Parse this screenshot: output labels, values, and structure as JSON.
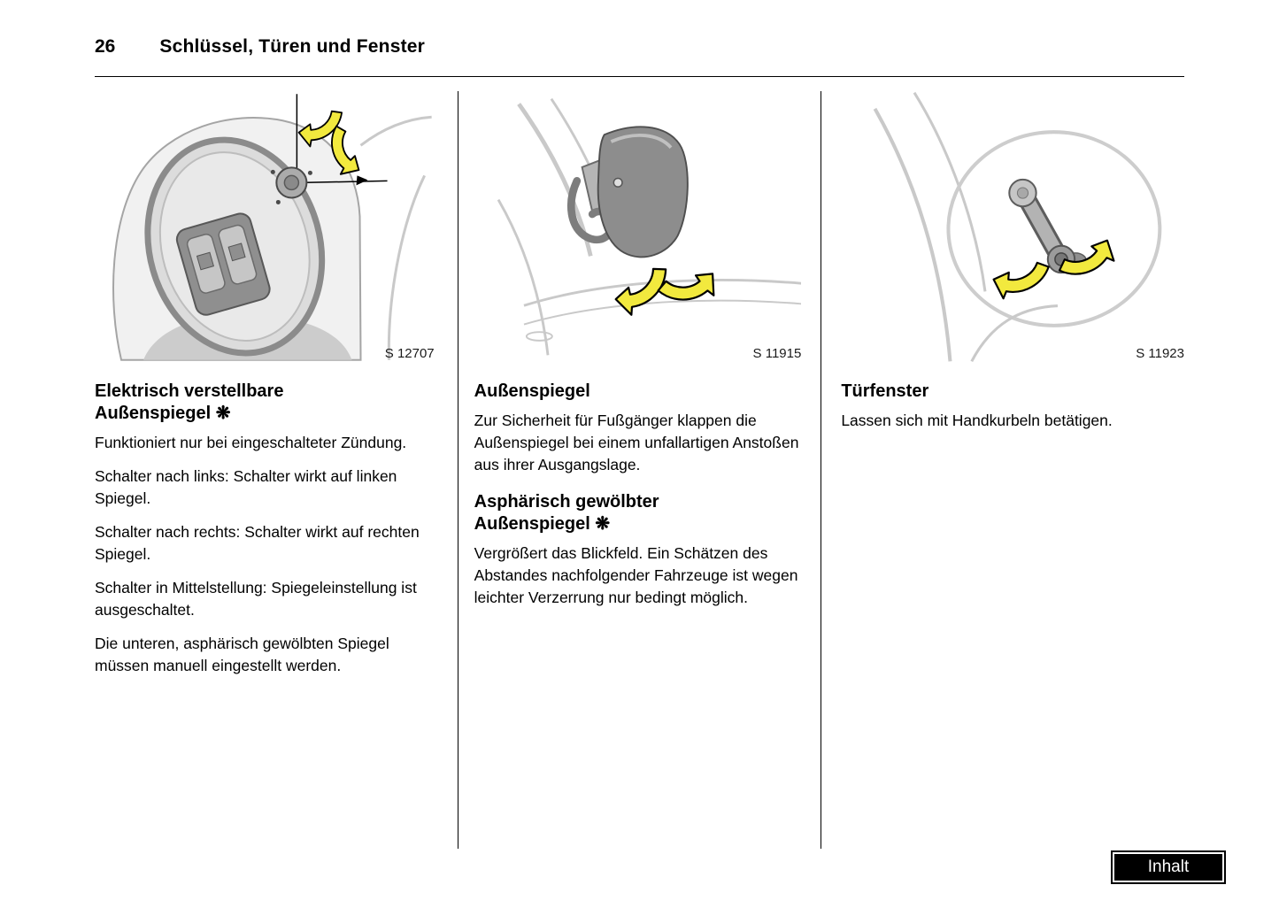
{
  "page": {
    "number": "26",
    "title": "Schlüssel, Türen und Fenster"
  },
  "columns": [
    {
      "figure_label": "S 12707",
      "sections": [
        {
          "heading": "Elektrisch verstellbare\nAußenspiegel ❋",
          "paragraphs": [
            "Funktioniert nur bei eingeschalteter Zündung.",
            "Schalter nach links: Schalter wirkt auf linken Spiegel.",
            "Schalter nach rechts: Schalter wirkt auf rechten Spiegel.",
            "Schalter in Mittelstellung: Spiegeleinstellung ist ausgeschaltet.",
            "Die unteren, asphärisch gewölbten Spiegel müssen manuell eingestellt werden."
          ]
        }
      ]
    },
    {
      "figure_label": "S 11915",
      "sections": [
        {
          "heading": "Außenspiegel",
          "paragraphs": [
            "Zur Sicherheit für Fußgänger klappen die Außenspiegel bei einem unfallartigen Anstoßen aus ihrer Ausgangslage."
          ]
        },
        {
          "heading": "Asphärisch gewölbter\nAußenspiegel ❋",
          "paragraphs": [
            "Vergrößert das Blickfeld. Ein Schätzen des Abstandes nachfolgender Fahrzeuge ist wegen leichter Verzerrung nur bedingt möglich."
          ]
        }
      ]
    },
    {
      "figure_label": "S 11923",
      "sections": [
        {
          "heading": "Türfenster",
          "paragraphs": [
            "Lassen sich mit Handkurbeln betätigen."
          ]
        }
      ]
    }
  ],
  "footer": {
    "contents_button_label": "Inhalt"
  },
  "colors": {
    "arrow_yellow": "#f2e93e",
    "ink": "#000000"
  }
}
